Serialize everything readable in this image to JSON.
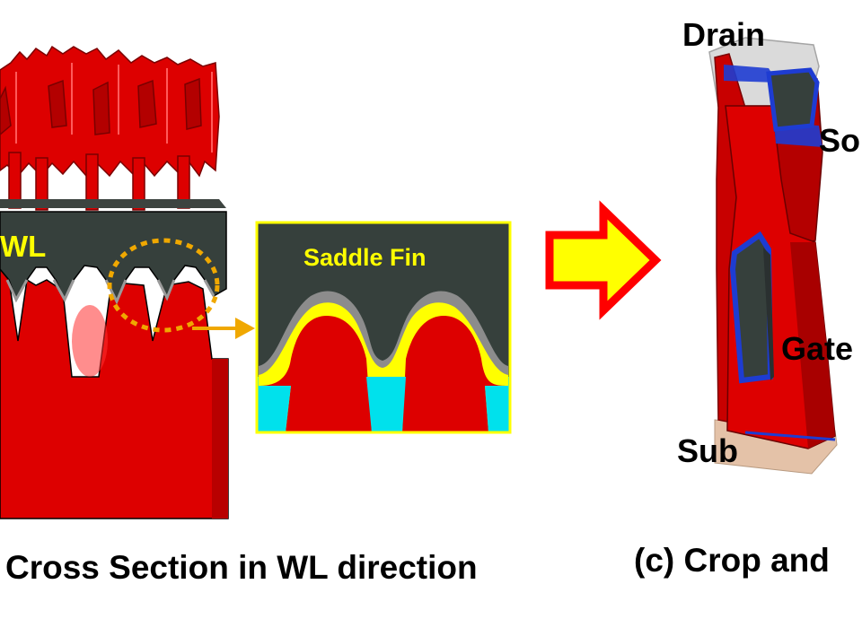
{
  "labels": {
    "wl": "WL",
    "saddle_fin": "Saddle Fin",
    "drain": "Drain",
    "source": "So",
    "gate": "Gate",
    "sub": "Sub"
  },
  "captions": {
    "left": "Cross Section in WL direction",
    "right": "(c) Crop and"
  },
  "colors": {
    "silicon_red": "#dd0000",
    "gate_dark": "#36403c",
    "oxide_yellow": "#ffff00",
    "oxide_gray": "#8c8c8c",
    "isolation_cyan": "#00e1ec",
    "highlight_orange": "#f0a800",
    "arrow_yellow": "#ffff00",
    "arrow_red": "#ff0000",
    "gate_blue": "#1e3cd2",
    "substrate_tan": "#e4c2a8"
  }
}
